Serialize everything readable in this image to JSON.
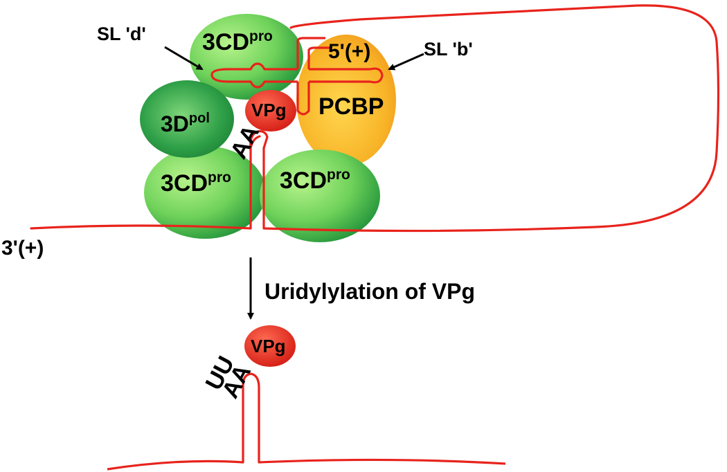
{
  "colors": {
    "rna": "#e8231c",
    "protein_green_light": "#9be86a",
    "protein_green_dark": "#1c8f38",
    "pcbp_light": "#ffd24a",
    "pcbp_dark": "#f0961c",
    "vpg": "#e8231c",
    "text": "#000000"
  },
  "labels": {
    "sl_d": "SL 'd'",
    "sl_b": "SL 'b'",
    "five_prime": "5'(+)",
    "three_prime": "3'(+)",
    "step": "Uridylylation of VPg",
    "pcbp": "PCBP",
    "vpg_top": "VPg",
    "vpg_bottom": "VPg",
    "aa_top": "AA",
    "aa_bottom": "AA",
    "uu_bottom": "UU"
  },
  "proteins": {
    "cd_top": {
      "base": "3CD",
      "sup": "pro"
    },
    "d_pol": {
      "base": "3D",
      "sup": "pol"
    },
    "cd_left": {
      "base": "3CD",
      "sup": "pro"
    },
    "cd_right": {
      "base": "3CD",
      "sup": "pro"
    }
  }
}
